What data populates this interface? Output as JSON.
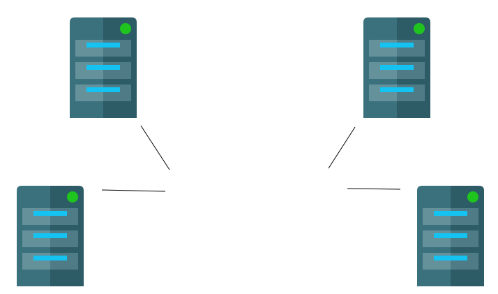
{
  "diagram": {
    "type": "network-topology",
    "background": "#ffffff",
    "colors": {
      "server_light": "#3a717d",
      "server_dark": "#2e5c66",
      "drive_bay": "#6a959e",
      "drive_light": "#15c3f2",
      "status_led": "#1fc41f",
      "link": "#000000"
    },
    "nodes": [
      {
        "id": "server-top-left",
        "icon": "server-icon",
        "status": "online",
        "drives": 3
      },
      {
        "id": "server-top-right",
        "icon": "server-icon",
        "status": "online",
        "drives": 3
      },
      {
        "id": "server-bottom-left",
        "icon": "server-icon",
        "status": "online",
        "drives": 3
      },
      {
        "id": "server-bottom-right",
        "icon": "server-icon",
        "status": "online",
        "drives": 3
      }
    ],
    "edges": [
      {
        "from": "server-top-left",
        "to": "hub"
      },
      {
        "from": "server-bottom-left",
        "to": "hub"
      },
      {
        "from": "server-top-right",
        "to": "hub"
      },
      {
        "from": "server-bottom-right",
        "to": "hub"
      }
    ]
  }
}
